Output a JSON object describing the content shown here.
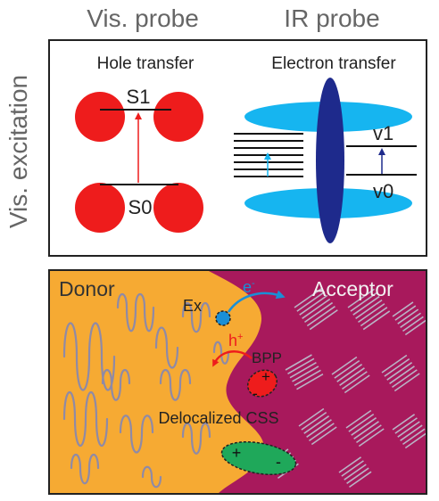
{
  "header": {
    "vis_probe": "Vis. probe",
    "ir_probe": "IR probe",
    "side_label": "Vis. excitation"
  },
  "top_panel": {
    "hole_title": "Hole transfer",
    "s1": "S1",
    "s0": "S0",
    "electron_title": "Electron transfer",
    "v1": "v1",
    "v0": "v0"
  },
  "bottom_panel": {
    "donor": "Donor",
    "acceptor": "Acceptor",
    "ex": "Ex",
    "electron": "e",
    "electron_sup": "-",
    "hole": "h",
    "hole_sup": "+",
    "bpp": "BPP",
    "bpp_plus": "+",
    "bpp_minus": "-",
    "css": "Delocalized CSS",
    "css_plus": "+",
    "css_minus": "-"
  },
  "colors": {
    "red": "#ee1c1c",
    "cyan": "#16b5f0",
    "navy": "#1e2a8c",
    "orange": "#f6aa33",
    "magenta": "#a8195c",
    "green": "#1fa85a",
    "arrow_blue": "#1a8fd6"
  }
}
